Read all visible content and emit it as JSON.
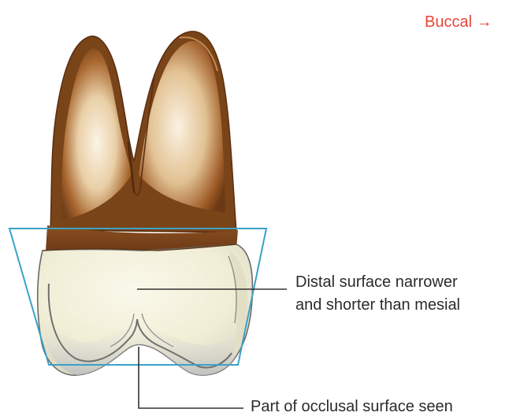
{
  "diagram": {
    "orientation_label": "Buccal →",
    "annotations": {
      "distal_line1": "Distal surface narrower",
      "distal_line2": "and shorter than mesial",
      "occlusal": "Part of occlusal surface seen"
    }
  },
  "colors": {
    "root": "#a0612a",
    "root_dark": "#6d3c16",
    "root_light": "#f4ead7",
    "crown": "#f2efd9",
    "crown_shadow": "#c9c9c9",
    "outline_box": "#3aa2c8",
    "leader_line": "#333333",
    "orientation_label": "#e4473a"
  }
}
